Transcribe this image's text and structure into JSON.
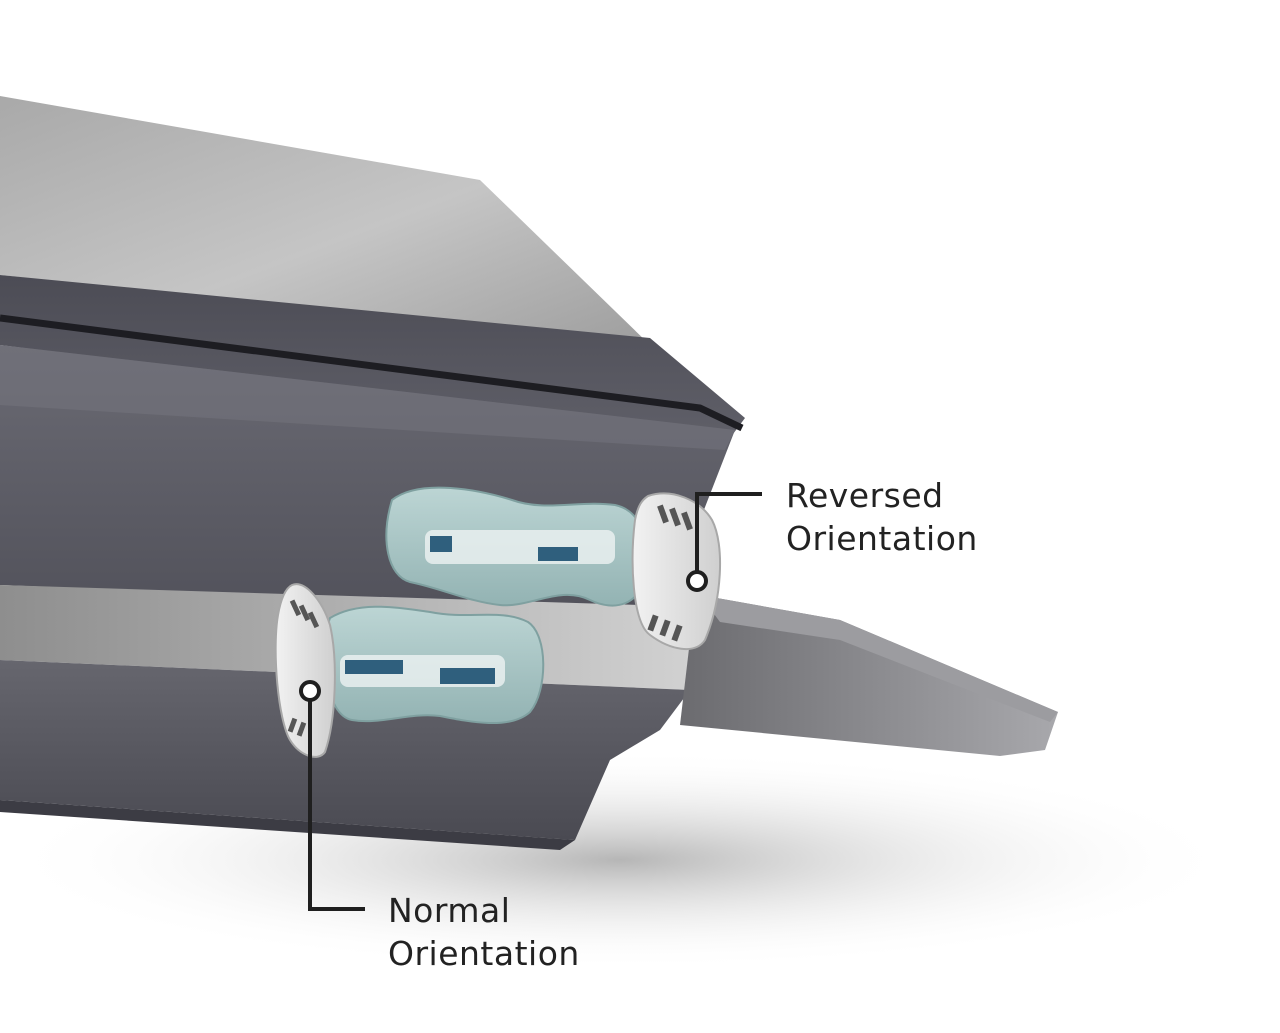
{
  "callouts": {
    "reversed": {
      "line1": "Reversed",
      "line2": "Orientation"
    },
    "normal": {
      "line1": "Normal",
      "line2": "Orientation"
    }
  },
  "colors": {
    "background": "#ffffff",
    "board_top": "#b8b8b8",
    "board_body": "#5a5a63",
    "fin_plate": "#a9c6c6",
    "fin_key": "#2f5f7d",
    "callout_line": "#1f1f1f",
    "label_text": "#222222"
  },
  "icons": {
    "reversed_mount": "fin-mount-reversed-icon",
    "normal_mount": "fin-mount-normal-icon"
  }
}
